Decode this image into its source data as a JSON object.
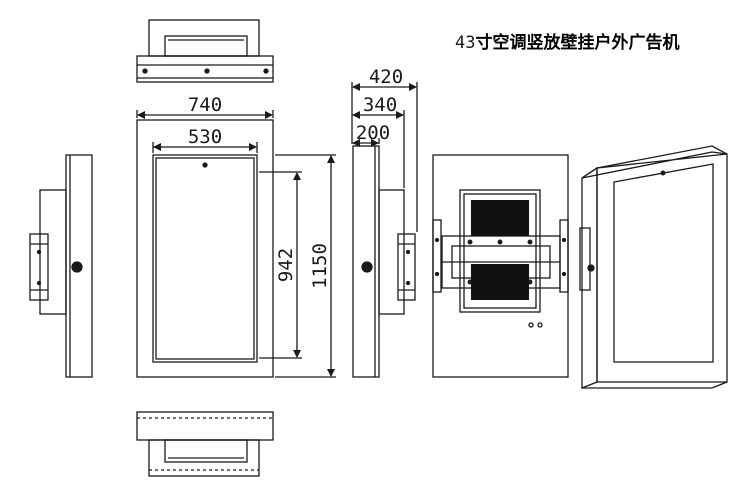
{
  "title": {
    "number": "43",
    "text": "寸空调竖放壁挂户外广告机"
  },
  "dimensions": {
    "width_overall": "740",
    "width_inner": "530",
    "height_overall": "1150",
    "height_inner": "942",
    "depth_overall": "420",
    "depth_mid": "340",
    "depth_body": "200"
  },
  "colors": {
    "line": "#1a1a1a",
    "background": "#ffffff",
    "vent": "#111111"
  },
  "views": [
    "top-view",
    "front-view",
    "left-side-view",
    "right-side-view",
    "back-view",
    "perspective-view",
    "bottom-view"
  ]
}
